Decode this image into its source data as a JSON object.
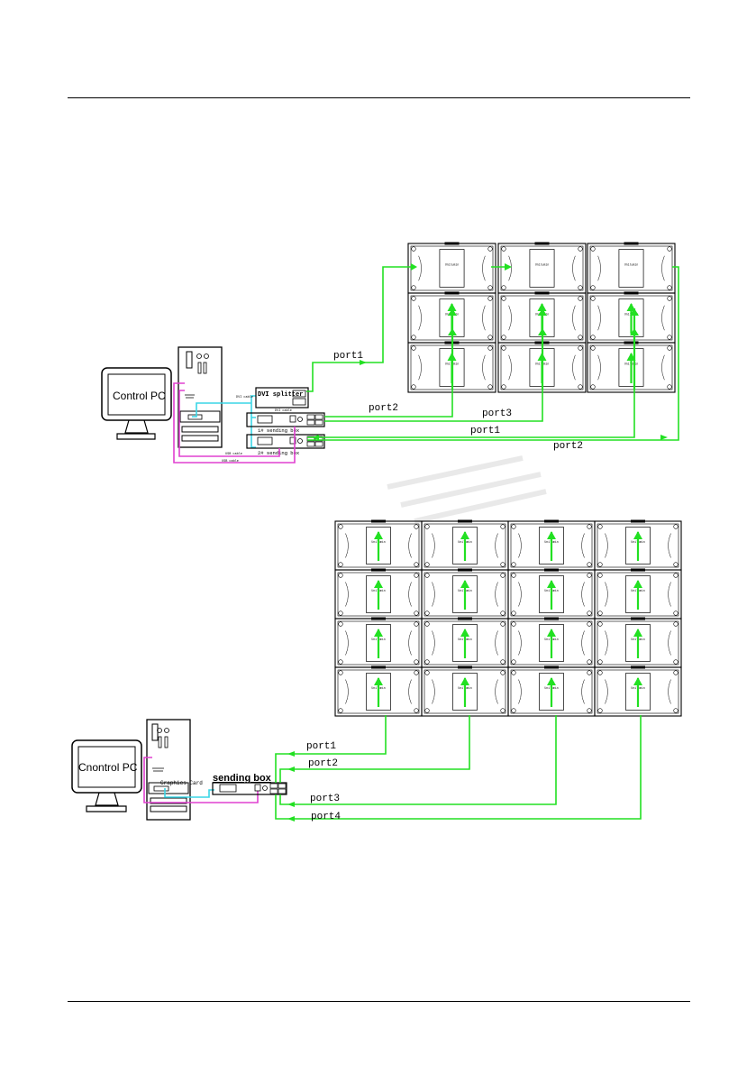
{
  "colors": {
    "green": "#22e022",
    "cyan": "#3ad6e6",
    "magenta": "#e040d0",
    "line": "#000000",
    "watermark": "#d4d4d4"
  },
  "diagram1": {
    "pc_label": "Control PC",
    "splitter_label": "DVI splitter",
    "box1_label": "1# sending box",
    "box2_label": "2# sending box",
    "cable_dvi_a": "DVI cable",
    "cable_dvi_b": "DVI cable",
    "cable_usb_a": "USB cable",
    "cable_usb_b": "USB cable",
    "ports": [
      "port1",
      "port2",
      "port3",
      "port1",
      "port2"
    ],
    "cabinet_logo": "Unilumin"
  },
  "diagram2": {
    "pc_label": "Cnontrol PC",
    "graphics_label": "Graphics Card",
    "box_label": "sending box",
    "ports": [
      "port1",
      "port2",
      "port3",
      "port4"
    ],
    "cabinet_logo": "Unilumin"
  }
}
